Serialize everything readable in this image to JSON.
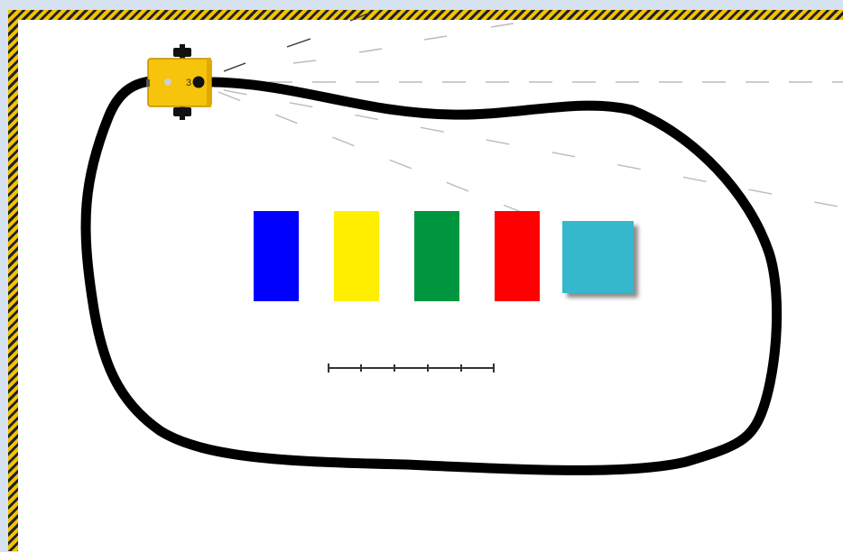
{
  "robot": {
    "id_label": "3",
    "body_color": "#f6c40a",
    "sensor_color": "#111111",
    "wheel_color": "#111111"
  },
  "track": {
    "line_color": "#000000"
  },
  "sensor_rays": {
    "color": "#bbbbbb",
    "style": "dashed"
  },
  "colored_blocks": [
    {
      "name": "blue-block",
      "color": "#0000ff"
    },
    {
      "name": "yellow-block",
      "color": "#ffee00"
    },
    {
      "name": "green-block",
      "color": "#00963f"
    },
    {
      "name": "red-block",
      "color": "#ff0000"
    },
    {
      "name": "cyan-block",
      "color": "#35b8cc",
      "raised": true
    }
  ],
  "arena": {
    "floor_color": "#ffffff",
    "border_colors": [
      "#f2c300",
      "#222222"
    ]
  },
  "scale_bar": {
    "ticks": 6,
    "color": "#333333"
  }
}
